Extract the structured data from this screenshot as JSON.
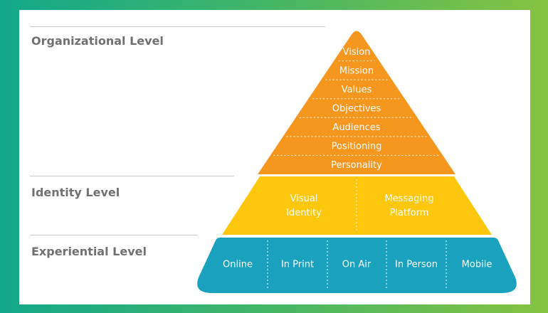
{
  "levels": {
    "organizational": "Organizational Level",
    "identity": "Identity Level",
    "experiential": "Experiential Level"
  },
  "pyramid": {
    "organizational_tiers": [
      "Vision",
      "Mission",
      "Values",
      "Objectives",
      "Audiences",
      "Positioning",
      "Personality"
    ],
    "identity_cells": [
      [
        "Visual",
        "Identity"
      ],
      [
        "Messaging",
        "Platform"
      ]
    ],
    "experiential_cells": [
      "Online",
      "In Print",
      "On Air",
      "In Person",
      "Mobile"
    ]
  },
  "colors": {
    "organizational": "#f5961e",
    "identity": "#fcc70c",
    "experiential": "#1aa1be",
    "label": "#707070",
    "rule": "#c8c8c8"
  }
}
